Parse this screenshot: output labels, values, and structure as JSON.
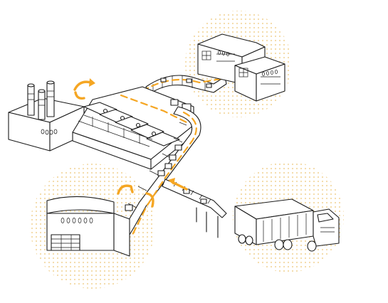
{
  "colors": {
    "accent": "#f5a623",
    "dot_halo": "#f3d9a4",
    "line": "#1a1a1a",
    "background": "#ffffff"
  },
  "scene": {
    "nodes": [
      "factory-with-smokestacks",
      "processing-plant",
      "u-shaped-office-building",
      "warehouse",
      "cargo-truck"
    ],
    "flow": "dashed-orange-conveyor-route",
    "icons": [
      "circular-arrows-icon",
      "turn-arrow-icon",
      "incoming-arrow-icon"
    ]
  }
}
